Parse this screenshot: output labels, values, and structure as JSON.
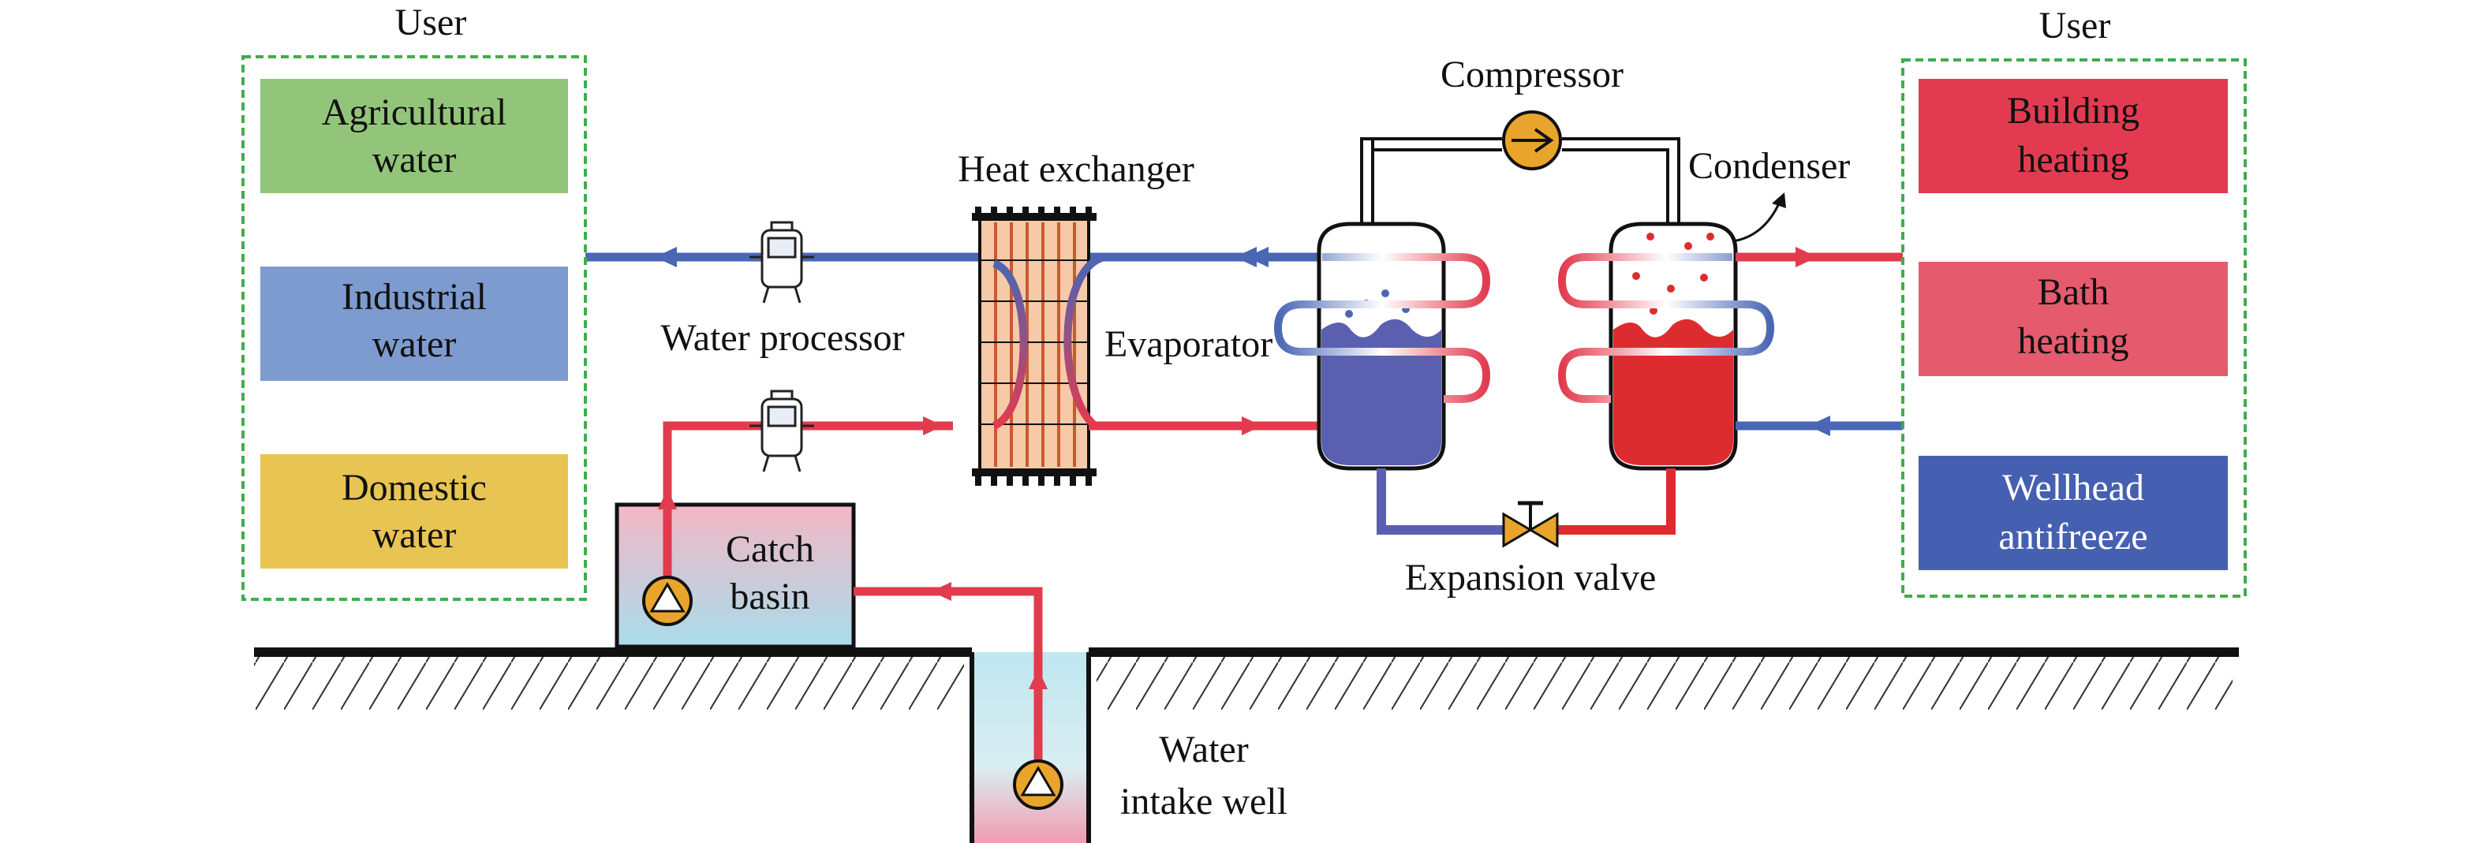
{
  "users": {
    "left_title": "User",
    "right_title": "User",
    "left": [
      {
        "line1": "Agricultural",
        "line2": "water",
        "color": "#92c57a"
      },
      {
        "line1": "Industrial",
        "line2": "water",
        "color": "#7d9bcf"
      },
      {
        "line1": "Domestic",
        "line2": "water",
        "color": "#e8c453"
      }
    ],
    "right": [
      {
        "line1": "Building",
        "line2": "heating",
        "color": "#e23b51"
      },
      {
        "line1": "Bath",
        "line2": "heating",
        "color": "#e65a6e"
      },
      {
        "line1": "Wellhead",
        "line2": "antifreeze",
        "color": "#4560b0"
      }
    ]
  },
  "components": {
    "compressor": "Compressor",
    "condenser": "Condenser",
    "heat_exchanger": "Heat exchanger",
    "water_processor": "Water processor",
    "evaporator": "Evaporator",
    "expansion_valve": "Expansion valve",
    "catch_basin_1": "Catch",
    "catch_basin_2": "basin",
    "intake_well_1": "Water",
    "intake_well_2": "intake well"
  },
  "colors": {
    "hot_pipe": "#e23b4e",
    "cold_pipe": "#4a66b5",
    "evaporator_fluid": "#5a5fb0",
    "condenser_fluid": "#dd2c2f",
    "compressor": "#e9a52b",
    "group_border": "#3fae4a"
  }
}
